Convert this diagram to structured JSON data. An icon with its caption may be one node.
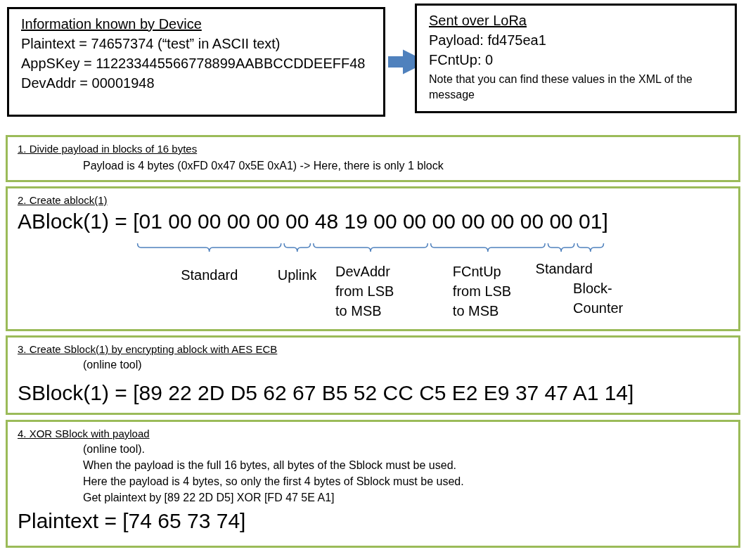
{
  "diagram": {
    "nodes": [
      {
        "text": [
          "Information known by Device",
          "Plaintext = 74657374 (“test” in ASCII text)",
          "AppSKey = 112233445566778899AABBCCDDEEFF48",
          "DevAddr = 00001948"
        ]
      },
      {
        "text": [
          "Sent over LoRa",
          "Payload: fd475ea1",
          "FCntUp: 0",
          "Note that you can find these values in the XML of the message"
        ]
      },
      {
        "text": [
          "1. Divide payload in blocks of 16 bytes",
          "Payload is 4 bytes (0xFD 0x47 0x5E 0xA1) -> Here, there is only 1 block"
        ]
      },
      {
        "text": [
          "2. Create ablock(1)",
          "ABlock(1) = [01 00 00 00 00 00 48 19 00 00 00 00 00 00 00 01]",
          "Standard",
          "Uplink",
          "DevAddr from LSB to MSB",
          "FCntUp from LSB to MSB",
          "Standard",
          "Block-Counter"
        ]
      },
      {
        "text": [
          "3. Create Sblock(1) by encrypting ablock with AES ECB",
          "(online tool)",
          "SBlock(1) = [89 22 2D D5 62 67 B5 52 CC C5 E2 E9 37 47 A1 14]"
        ]
      },
      {
        "text": [
          "4. XOR SBlock with payload",
          "(online tool).",
          "When the payload is the full 16 bytes, all bytes of the Sblock must be used.",
          "Here the payload is 4 bytes, so only the first 4 bytes of Sblock must be used.",
          "Get plaintext by [89 22 2D D5] XOR [FD 47 5E A1]",
          "Plaintext = [74 65 73 74]"
        ]
      }
    ],
    "edges": [
      {
        "from": 0,
        "to": 1,
        "arrow": "to"
      }
    ]
  }
}
